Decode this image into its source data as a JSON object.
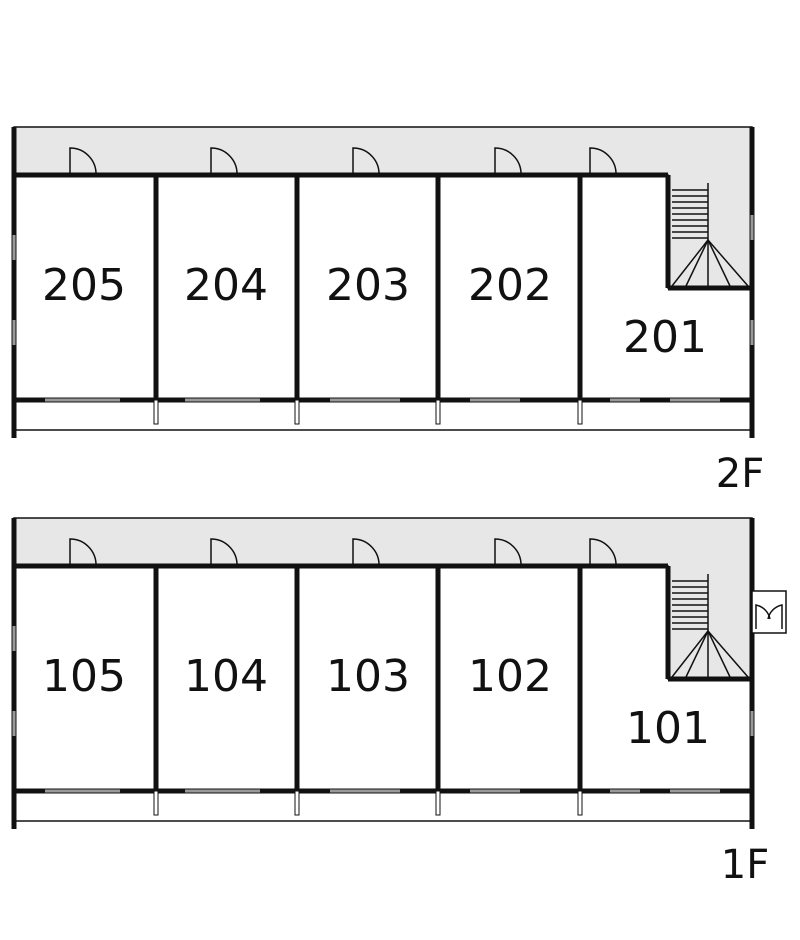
{
  "floors": [
    {
      "label": "2F",
      "units": [
        {
          "label": "205"
        },
        {
          "label": "204"
        },
        {
          "label": "203"
        },
        {
          "label": "202"
        },
        {
          "label": "201"
        }
      ]
    },
    {
      "label": "1F",
      "units": [
        {
          "label": "105"
        },
        {
          "label": "104"
        },
        {
          "label": "103"
        },
        {
          "label": "102"
        },
        {
          "label": "101"
        }
      ]
    }
  ]
}
